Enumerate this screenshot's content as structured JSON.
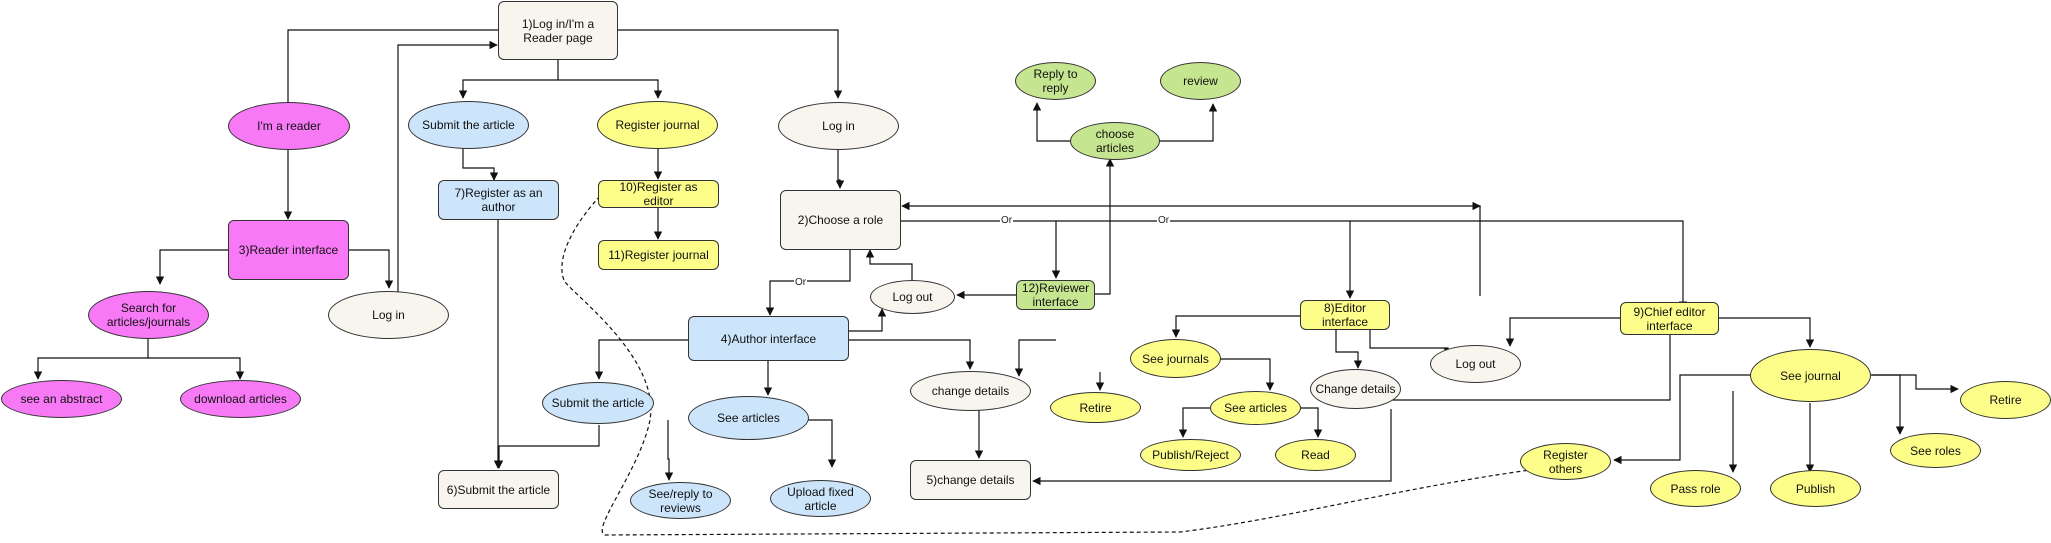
{
  "colors": {
    "neutral": "#f7f5ee",
    "blue": "#cce5fb",
    "yellow": "#fdfd8a",
    "pink": "#f779f6",
    "green": "#c6e590",
    "stroke": "#333333"
  },
  "nodes": {
    "login_reader_page": "1)Log in/I'm a Reader page",
    "im_a_reader": "I'm a reader",
    "reader_interface": "3)Reader interface",
    "search_articles": "Search for articles/journals",
    "see_abstract": "see an abstract",
    "download_articles": "download articles",
    "log_in_left": "Log in",
    "submit_article_top": "Submit the article",
    "register_author": "7)Register as an author",
    "register_journal_top": "Register journal",
    "register_editor": "10)Register as editor",
    "register_journal_11": "11)Register journal",
    "log_in_mid": "Log in",
    "choose_role": "2)Choose a role",
    "author_interface": "4)Author interface",
    "log_out_author": "Log out",
    "submit_article_mid": "Submit the article",
    "submit_article_6": "6)Submit the article",
    "see_articles_author": "See articles",
    "see_reply_reviews": "See/reply to reviews",
    "upload_fixed": "Upload fixed article",
    "reply_to_reply": "Reply to reply",
    "review": "review",
    "choose_articles": "choose articles",
    "reviewer_interface": "12)Reviewer interface",
    "change_details_mid": "change details",
    "change_details_5": "5)change details",
    "editor_interface": "8)Editor interface",
    "see_journals": "See journals",
    "retire_editor": "Retire",
    "see_articles_editor": "See articles",
    "publish_reject": "Publish/Reject",
    "read": "Read",
    "change_details_editor": "Change details",
    "log_out_editor": "Log out",
    "chief_editor_interface": "9)Chief editor interface",
    "see_journal_chief": "See journal",
    "retire_chief": "Retire",
    "see_roles": "See roles",
    "publish": "Publish",
    "pass_role": "Pass role",
    "register_others": "Register others"
  },
  "edge_labels": {
    "or_author": "Or",
    "or_reviewer": "Or",
    "or_editor": "Or"
  }
}
